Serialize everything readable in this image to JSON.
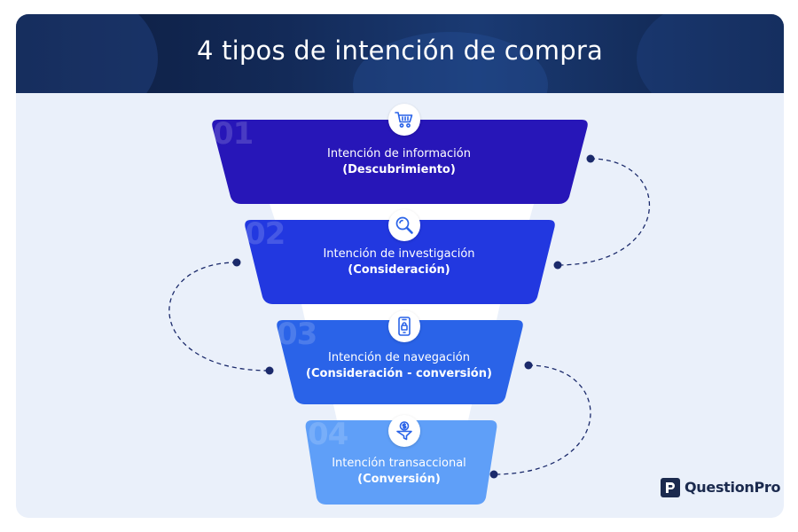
{
  "title": "4 tipos de intención de compra",
  "colors": {
    "stage1": "#2716b8",
    "stage2": "#2238e0",
    "stage3": "#2a63e8",
    "stage4": "#5f9ff8",
    "connector": "#1b2a6b",
    "icon": "#2a63e8"
  },
  "stages": [
    {
      "number": "01",
      "line1": "Intención de información",
      "line2": "(Descubrimiento)",
      "icon": "shopping-cart-icon"
    },
    {
      "number": "02",
      "line1": "Intención de investigación",
      "line2": "(Consideración)",
      "icon": "magnifier-icon"
    },
    {
      "number": "03",
      "line1": "Intención de navegación",
      "line2": "(Consideración - conversión)",
      "icon": "mobile-shop-icon"
    },
    {
      "number": "04",
      "line1": "Intención transaccional",
      "line2": "(Conversión)",
      "icon": "money-funnel-icon"
    }
  ],
  "brand": {
    "name": "QuestionPro",
    "icon": "questionpro-logo-icon"
  }
}
